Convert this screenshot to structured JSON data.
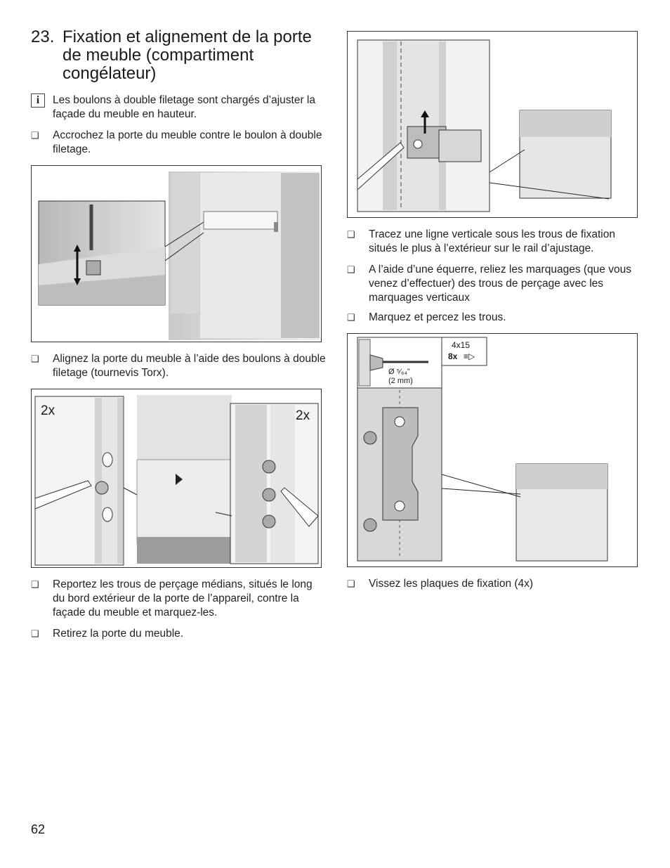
{
  "section": {
    "number": "23.",
    "title": "Fixation et alignement de la porte de meuble (compartiment congélateur)"
  },
  "left_column": {
    "info_icon": "i",
    "info_text": "Les boulons à double filetage sont chargés d’ajuster la façade du meuble en hauteur.",
    "step1": "Accrochez la porte du meuble contre le boulon à double filetage.",
    "step2": "Alignez la porte du meuble à l’aide des boulons à double filetage (tournevis Torx).",
    "figure2_left_label": "2x",
    "figure2_right_label": "2x",
    "step3": "Reportez les trous de perçage médians, situés le long du bord extérieur de la porte de l’appareil, contre la façade du meuble et marquez-les.",
    "step4": "Retirez la porte du meuble."
  },
  "right_column": {
    "step1": "Tracez une ligne verticale sous les trous de fixation situés le plus à l’extérieur sur le rail d’ajustage.",
    "step2": "A l’aide d’une équerre, reliez les marquages (que vous venez d’effectuer) des trous de perçage avec les marquages verticaux",
    "step3": "Marquez et percez les trous.",
    "figure_screw_size": "4x15",
    "figure_screw_count": "8x",
    "figure_drill_diameter": "Ø ⁵⁄₆₄”",
    "figure_drill_mm": "(2 mm)",
    "step4": "Vissez les plaques de fixation (4x)"
  },
  "bullet_icon": "checkbox-bullet",
  "page_number": "62"
}
